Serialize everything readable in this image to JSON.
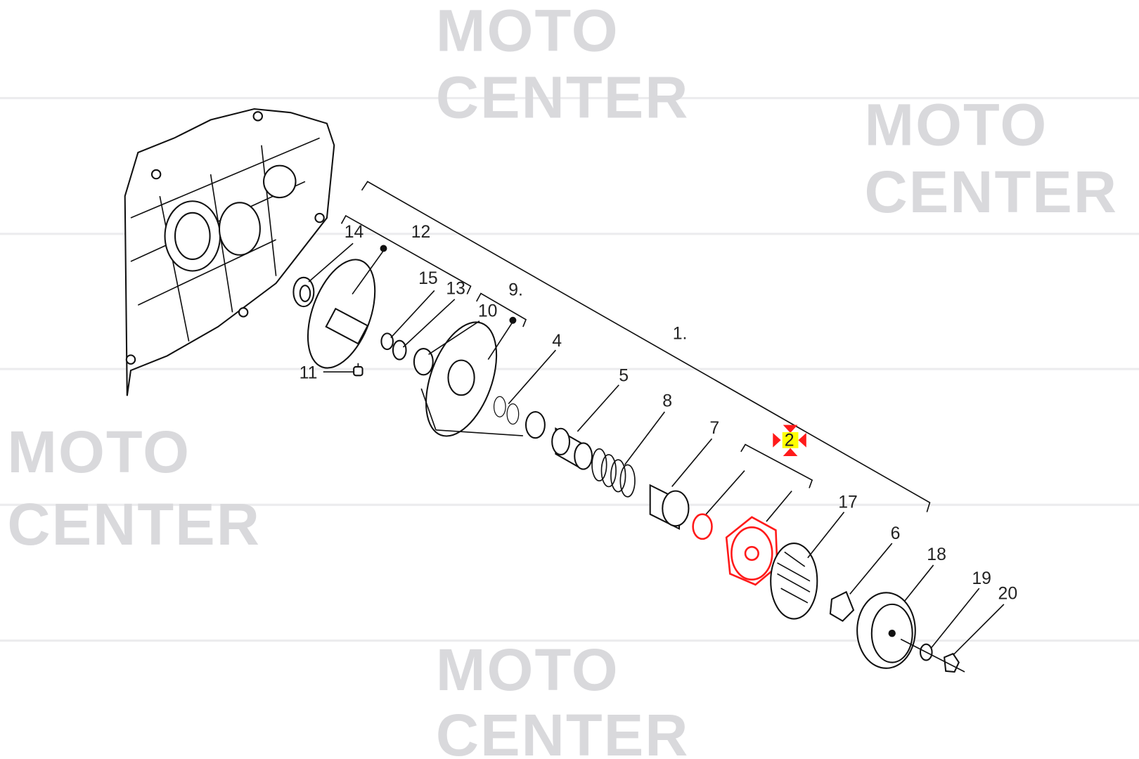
{
  "watermark": {
    "line1": "MOTO",
    "line2": "CENTER"
  },
  "highlight": {
    "part_label": "2",
    "marker_color": "#ff1a1a",
    "label_bg": "#ffff00",
    "part_color": "#ff1a1a"
  },
  "callouts": {
    "p1": "1.",
    "p2": "2",
    "p4": "4",
    "p5": "5",
    "p6": "6",
    "p7": "7",
    "p8": "8",
    "p9": "9.",
    "p10": "10",
    "p11": "11",
    "p12": "12",
    "p13": "13",
    "p14": "14",
    "p15": "15",
    "p17": "17",
    "p18": "18",
    "p19": "19",
    "p20": "20"
  }
}
